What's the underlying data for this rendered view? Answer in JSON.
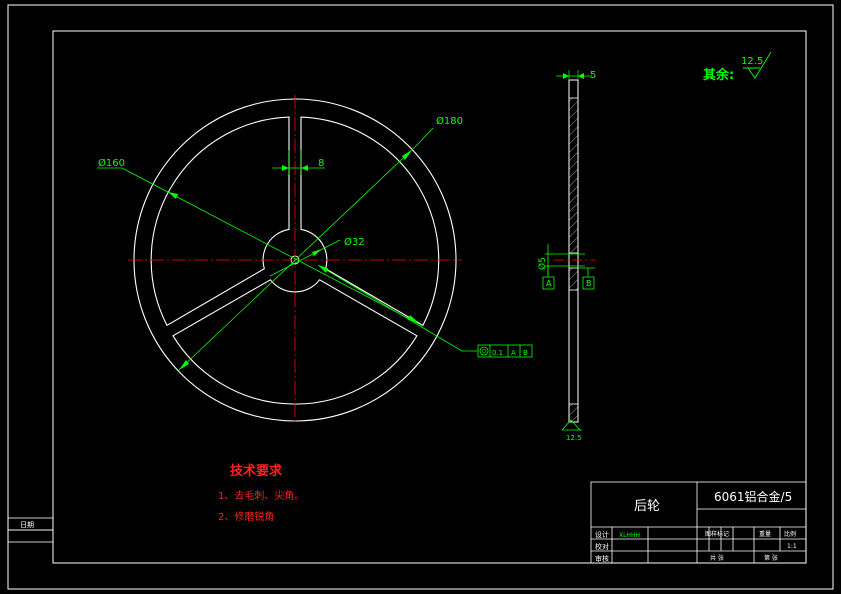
{
  "dimensions": {
    "outer_dia": "Ø180",
    "inner_dia": "Ø160",
    "hub_dia": "Ø32",
    "spoke_width": "8",
    "thickness": "5",
    "shaft_dia": "Ø5"
  },
  "roughness": {
    "label": "其余:",
    "value": "12.5",
    "side_value": "12.5"
  },
  "datum": {
    "a": "A",
    "b": "B"
  },
  "tolerance": {
    "value": "0.1",
    "datum_a": "A",
    "datum_b": "B"
  },
  "tech_req": {
    "title": "技术要求",
    "line1": "1、去毛刺、尖角。",
    "line2": "2、修磨锐角"
  },
  "title_block": {
    "part_name": "后轮",
    "material": "6061铝合金/5",
    "design": "设计",
    "check": "校对",
    "approve": "审核",
    "designer": "XLHHH",
    "scale": "1:1",
    "scale_label": "比例",
    "weight_label": "重量",
    "marks_label": "图样标记",
    "sheet_total": "共 张",
    "sheet_no": "第 张",
    "date_label": "日期"
  },
  "colors": {
    "line": "#ffffff",
    "dim": "#00ff00",
    "center": "#ff0000",
    "tech": "#ff2020"
  }
}
